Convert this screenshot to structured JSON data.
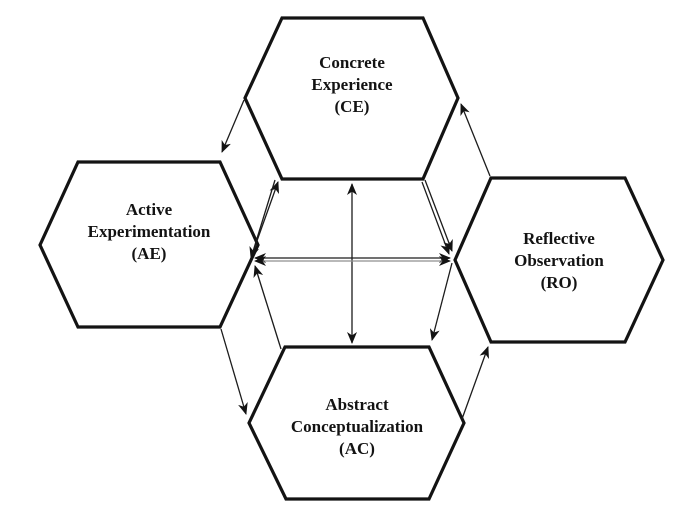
{
  "figure": {
    "title": "Experiential learning cycle hexagon diagram",
    "background_color": "#ffffff",
    "outline_color": "#131313",
    "text_color": "#131313",
    "nodes": {
      "ce": {
        "lines": [
          "Concrete",
          "Experience",
          "(CE)"
        ],
        "abbr": "CE",
        "position": "top"
      },
      "ae": {
        "lines": [
          "Active",
          "Experimentation",
          "(AE)"
        ],
        "abbr": "AE",
        "position": "left"
      },
      "ro": {
        "lines": [
          "Reflective",
          "Observation",
          "(RO)"
        ],
        "abbr": "RO",
        "position": "right"
      },
      "ac": {
        "lines": [
          "Abstract",
          "Conceptualization",
          "(AC)"
        ],
        "abbr": "AC",
        "position": "bottom"
      }
    },
    "arrows": [
      {
        "from": "CE",
        "to": "AC",
        "type": "central-vertical",
        "bidirectional": true
      },
      {
        "from": "AE",
        "to": "RO",
        "type": "central-horizontal",
        "bidirectional": true
      },
      {
        "from": "CE",
        "to": "AE",
        "type": "outer",
        "bidirectional": false
      },
      {
        "from": "AE",
        "to": "CE",
        "type": "inner",
        "bidirectional": false
      },
      {
        "from": "CE",
        "to": "AE",
        "type": "inner",
        "bidirectional": false
      },
      {
        "from": "RO",
        "to": "CE",
        "type": "outer",
        "bidirectional": false
      },
      {
        "from": "CE",
        "to": "RO",
        "type": "inner",
        "bidirectional": true
      },
      {
        "from": "RO",
        "to": "AC",
        "type": "inner",
        "bidirectional": false
      },
      {
        "from": "AC",
        "to": "AE",
        "type": "inner",
        "bidirectional": false
      },
      {
        "from": "AE",
        "to": "AC",
        "type": "outer",
        "bidirectional": false
      },
      {
        "from": "AC",
        "to": "RO",
        "type": "outer",
        "bidirectional": false
      }
    ]
  }
}
